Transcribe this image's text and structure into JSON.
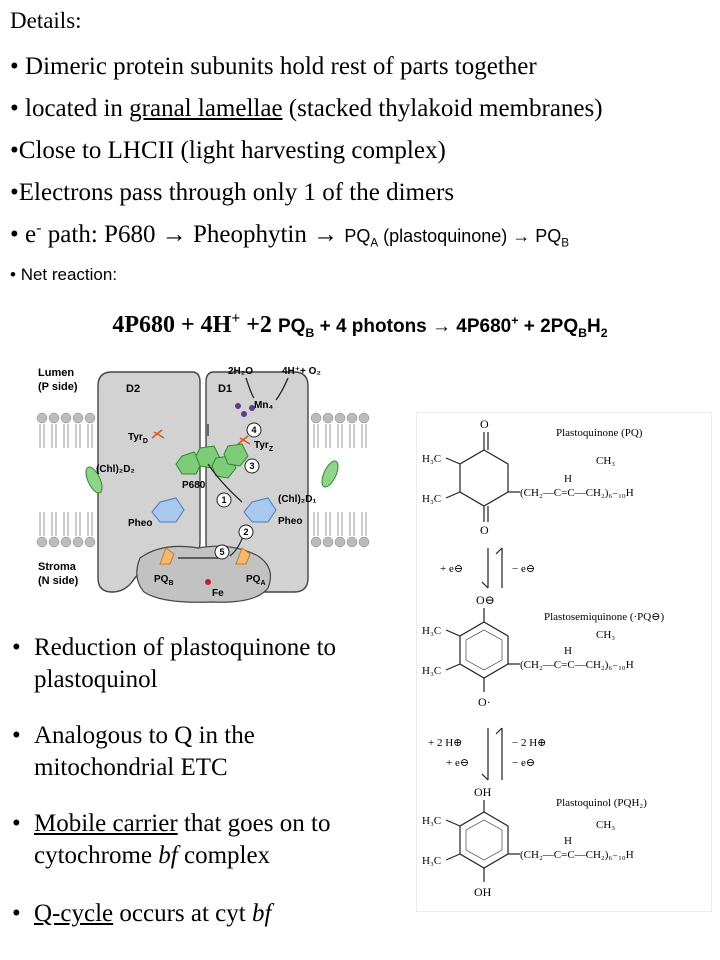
{
  "details": {
    "heading": "Details:",
    "b1": "Dimeric protein subunits hold rest of parts together",
    "b2_pre": "located in ",
    "b2_link": "granal lamellae",
    "b2_post": " (stacked thylakoid membranes)",
    "b3": "Close to LHCII (light harvesting complex)",
    "b4": "Electrons pass through only 1 of the dimers",
    "b5_e": "e",
    "b5_sup": "-",
    "b5_path": " path: P680 → Pheophytin → ",
    "b5_pqa": "PQ",
    "b5_a": "A",
    "b5_paren": " (plastoquinone) → PQ",
    "b5_b": "B",
    "b6": "Net reaction:",
    "bullet": "•"
  },
  "equation": {
    "p1": "4P680 + 4H",
    "p1_sup": "+",
    "p2": " +2 ",
    "p3": "PQ",
    "p3_sub": "B",
    "p4": " + 4 photons → 4P680",
    "p4_sup": "+",
    "p5": " + 2PQ",
    "p5_sub": "B",
    "p6": "H",
    "p6_sub": "2"
  },
  "diagram": {
    "lumen": "Lumen",
    "p_side": "(P side)",
    "stroma": "Stroma",
    "n_side": "(N side)",
    "d2": "D2",
    "d1": "D1",
    "h2o": "2H₂O",
    "h_o2": "4H⁺+ O₂",
    "mn4": "Mn₄",
    "tyrd": "Tyr",
    "tyrd_sub": "D",
    "tyrz": "Tyr",
    "tyrz_sub": "Z",
    "chl_left": "(Chl)₂D₂",
    "chl_right": "(Chl)₂D₁",
    "p680": "P680",
    "pheo_left": "Pheo",
    "pheo_right": "Pheo",
    "pqb": "PQ",
    "pqb_sub": "B",
    "pqa": "PQ",
    "pqa_sub": "A",
    "fe": "Fe",
    "step1": "1",
    "step2": "2",
    "step3": "3",
    "step4": "4",
    "step5": "5"
  },
  "bullets": {
    "c1": "Reduction of plastoquinone to plastoquinol",
    "c2": "Analogous to Q in the mitochondrial ETC",
    "c3_u": "Mobile carrier",
    "c3_rest": " that goes on to cytochrome ",
    "c3_bf": "bf",
    "c3_end": " complex",
    "c4_u": "Q-cycle",
    "c4_rest": " occurs at cyt  ",
    "c4_bf": "bf"
  },
  "chem": {
    "pq": "Plastoquinone (PQ)",
    "psq": "Plastosemiquinone (·PQ⊖)",
    "pqh2": "Plastoquinol (PQH₂)",
    "o": "O",
    "oh": "OH",
    "o_rad": "O·",
    "o_minus": "O⊖",
    "h3c": "H₃C",
    "ch3": "CH₃",
    "h": "H",
    "chain": "(CH₂—C=C—CH₂)₆₋₁₀H",
    "plus_e": "+ e⊖",
    "minus_e": "− e⊖",
    "plus_2h": "+ 2 H⊕",
    "minus_2h": "− 2 H⊕"
  }
}
